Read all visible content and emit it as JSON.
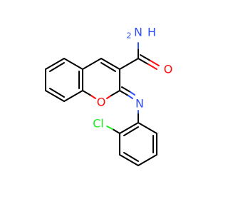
{
  "molecule": {
    "atoms": {
      "amide_nitrogen": "N",
      "amide_hydrogens": "H",
      "amide_hydrogen_count": "2",
      "carbonyl_oxygen": "O",
      "ring_oxygen": "O",
      "imine_nitrogen": "N",
      "chlorine": "Cl"
    },
    "colors": {
      "carbon_bonds": "#000000",
      "oxygen": "#ff0d0d",
      "nitrogen": "#3050f8",
      "chlorine": "#1ff01f",
      "background": "#ffffff"
    }
  }
}
